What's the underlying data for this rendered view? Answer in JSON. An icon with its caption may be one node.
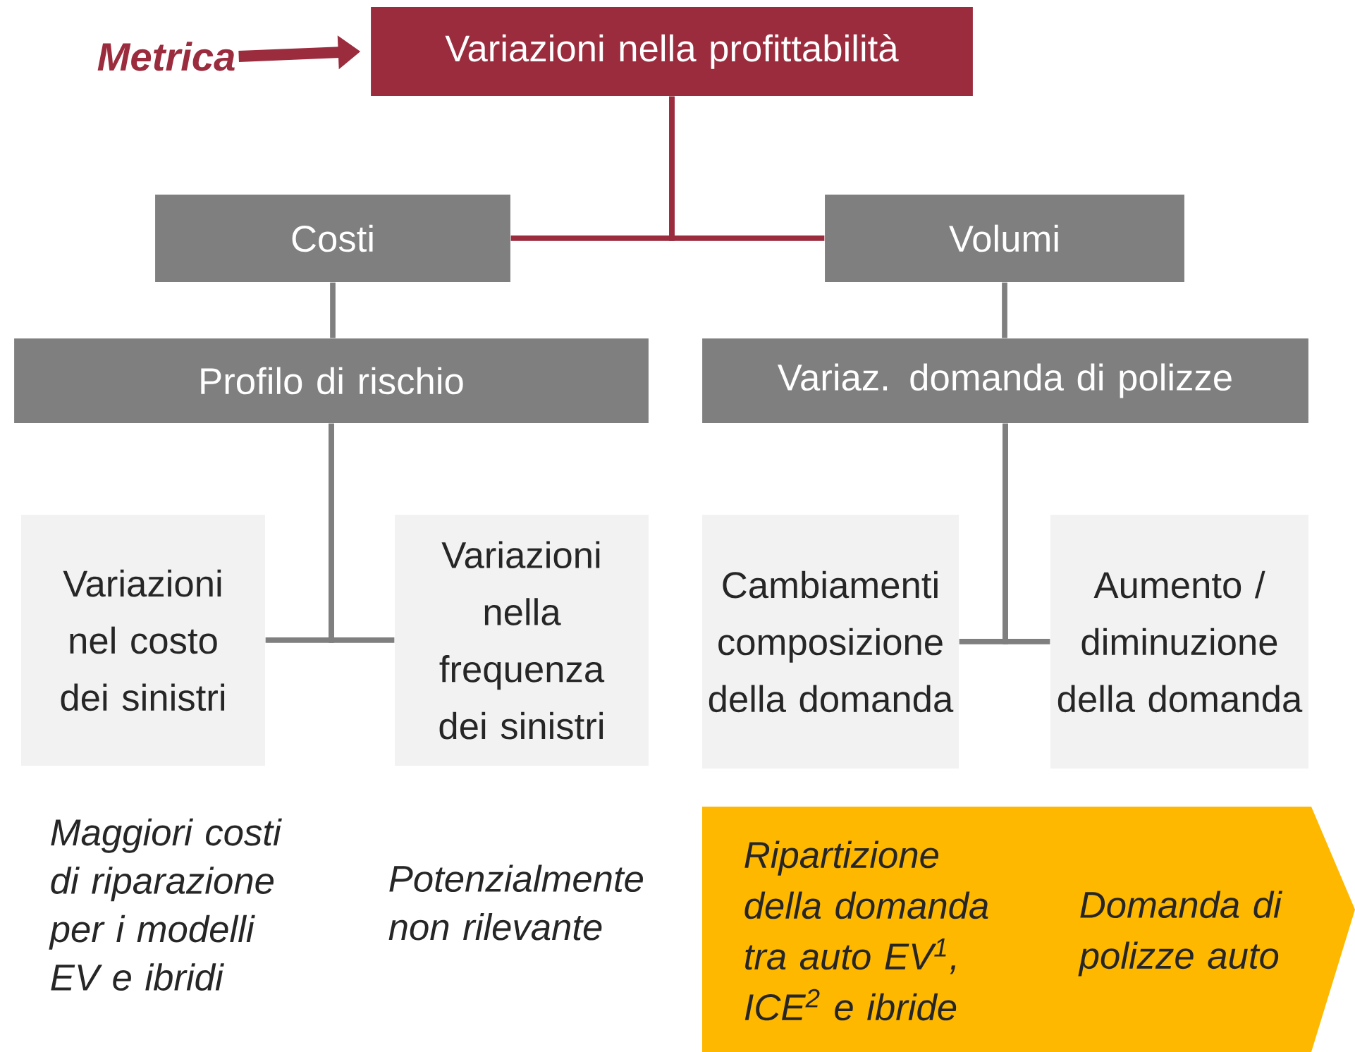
{
  "diagram": {
    "nodes": [
      {
        "text": [
          "Variazioni nella profittabilità"
        ]
      },
      {
        "text": [
          "Metrica"
        ]
      },
      {
        "text": [
          "Costi"
        ]
      },
      {
        "text": [
          "Volumi"
        ]
      },
      {
        "text": [
          "Profilo di rischio"
        ]
      },
      {
        "text": [
          "Variaz. domanda di polizze"
        ]
      },
      {
        "text": [
          "Variazioni nel costo dei sinistri"
        ]
      },
      {
        "text": [
          "Variazioni nella frequenza dei sinistri"
        ]
      },
      {
        "text": [
          "Cambiamenti composizione della domanda"
        ]
      },
      {
        "text": [
          "Aumento / diminuzione della domanda"
        ]
      },
      {
        "text": [
          "Ripartizione della domanda tra auto EV$^{1}$, ICE$^{2}$ e ibride",
          "Domanda di polizze auto"
        ]
      }
    ],
    "edges": [
      {
        "from": 1,
        "to": 0,
        "arrow": "to",
        "style": "thick",
        "color": "#9b2c3e"
      },
      {
        "from": 0,
        "to": 2,
        "arrow": "none",
        "color": "#9b2c3e"
      },
      {
        "from": 0,
        "to": 3,
        "arrow": "none",
        "color": "#9b2c3e"
      },
      {
        "from": 2,
        "to": 4,
        "arrow": "none"
      },
      {
        "from": 3,
        "to": 5,
        "arrow": "none"
      },
      {
        "from": 4,
        "to": 6,
        "arrow": "none"
      },
      {
        "from": 4,
        "to": 7,
        "arrow": "none"
      },
      {
        "from": 5,
        "to": 8,
        "arrow": "none"
      },
      {
        "from": 5,
        "to": 9,
        "arrow": "none"
      }
    ],
    "labels": [
      "Maggiori costi di riparazione per i modelli EV e ibridi",
      "Potenzialmente non rilevante"
    ]
  }
}
